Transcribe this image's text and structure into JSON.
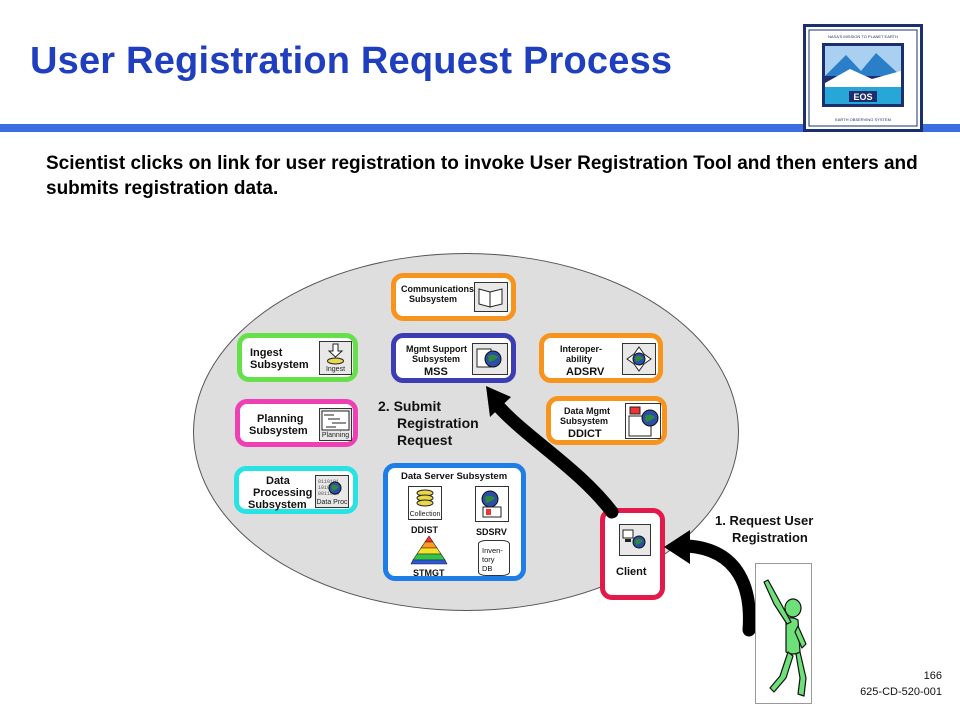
{
  "title": "User Registration Request Process",
  "description": "Scientist clicks on link for user registration to invoke User Registration Tool and then enters and submits registration data.",
  "colors": {
    "title": "#1f3fbf",
    "bar": "#3b6ee0",
    "orange": "#f7941d",
    "green": "#66e04a",
    "magenta": "#ef3fb4",
    "cyan": "#27e3e3",
    "navy": "#3d3db3",
    "blue": "#1e7ee6",
    "red": "#e3194b",
    "person": "#6ee07a"
  },
  "subsystems": {
    "communications": {
      "line1": "Communications",
      "line2": "Subsystem"
    },
    "ingest": {
      "line1": "Ingest",
      "line2": "Subsystem",
      "icon_label": "Ingest"
    },
    "mss": {
      "line1": "Mgmt Support",
      "line2": "Subsystem",
      "line3": "MSS"
    },
    "interop": {
      "line1": "Interoper-",
      "line2": "ability",
      "line3": "ADSRV"
    },
    "planning": {
      "line1": "Planning",
      "line2": "Subsystem",
      "icon_label": "Planning"
    },
    "datamgmt": {
      "line1": "Data Mgmt",
      "line2": "Subsystem",
      "line3": "DDICT"
    },
    "processing": {
      "line1": "Data",
      "line2": "Processing",
      "line3": "Subsystem",
      "icon_label": "Data Proc"
    },
    "dataserver": {
      "title": "Data Server Subsystem",
      "collection": "Collection",
      "ddist": "DDIST",
      "stmgt": "STMGT",
      "sdsrv": "SDSRV",
      "inv1": "Inven-",
      "inv2": "tory",
      "inv3": "DB"
    },
    "client": {
      "label": "Client"
    }
  },
  "steps": {
    "step1_line1": "1. Request User",
    "step1_line2": "Registration",
    "step2_line1": "2. Submit",
    "step2_line2": "Registration",
    "step2_line3": "Request"
  },
  "footer": {
    "page": "166",
    "doc": "625-CD-520-001"
  },
  "logo": {
    "top": "NASA'S MISSION TO PLANET EARTH",
    "eos": "EOS",
    "bottom": "EARTH OBSERVING SYSTEM"
  }
}
